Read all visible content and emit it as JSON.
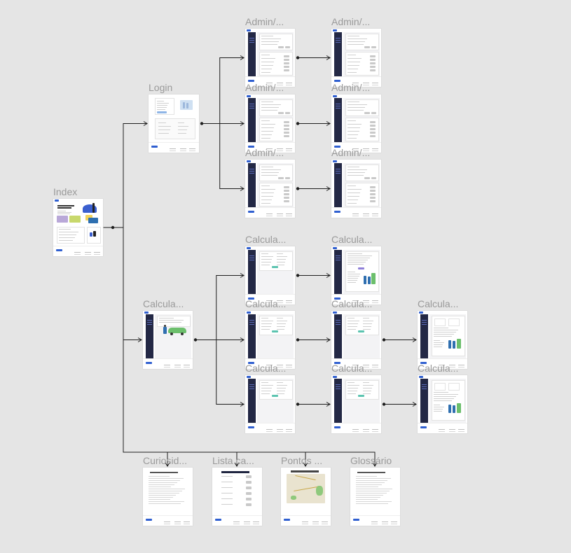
{
  "diagram": {
    "frames": [
      {
        "id": "index",
        "label": "Index",
        "kind": "index"
      },
      {
        "id": "login",
        "label": "Login",
        "kind": "login"
      },
      {
        "id": "admin-1a",
        "label": "Admin/...",
        "kind": "admin"
      },
      {
        "id": "admin-1b",
        "label": "Admin/...",
        "kind": "admin"
      },
      {
        "id": "admin-2a",
        "label": "Admin/...",
        "kind": "admin"
      },
      {
        "id": "admin-2b",
        "label": "Admin/...",
        "kind": "admin"
      },
      {
        "id": "admin-3a",
        "label": "Admin/...",
        "kind": "admin"
      },
      {
        "id": "admin-3b",
        "label": "Admin/...",
        "kind": "admin"
      },
      {
        "id": "calc-root",
        "label": "Calcula...",
        "kind": "calc-hero"
      },
      {
        "id": "calc-1a",
        "label": "Calcula...",
        "kind": "calc-form"
      },
      {
        "id": "calc-1b",
        "label": "Calcula...",
        "kind": "calc-result"
      },
      {
        "id": "calc-2a",
        "label": "Calcula...",
        "kind": "calc-form"
      },
      {
        "id": "calc-2b",
        "label": "Calcula...",
        "kind": "calc-form"
      },
      {
        "id": "calc-2c",
        "label": "Calcula...",
        "kind": "calc-final"
      },
      {
        "id": "calc-3a",
        "label": "Calcula...",
        "kind": "calc-form"
      },
      {
        "id": "calc-3b",
        "label": "Calcula...",
        "kind": "calc-form"
      },
      {
        "id": "calc-3c",
        "label": "Calcula...",
        "kind": "calc-final"
      },
      {
        "id": "curiosidades",
        "label": "Curiosid...",
        "kind": "text"
      },
      {
        "id": "lista",
        "label": "Lista ca...",
        "kind": "list"
      },
      {
        "id": "pontos",
        "label": "Pontos ...",
        "kind": "map"
      },
      {
        "id": "glossario",
        "label": "Glossário",
        "kind": "text"
      }
    ],
    "connections": [
      {
        "from": "index",
        "to": "login"
      },
      {
        "from": "index",
        "to": "calc-root"
      },
      {
        "from": "index",
        "to": "curiosidades"
      },
      {
        "from": "index",
        "to": "lista"
      },
      {
        "from": "index",
        "to": "pontos"
      },
      {
        "from": "index",
        "to": "glossario"
      },
      {
        "from": "login",
        "to": "admin-1a"
      },
      {
        "from": "login",
        "to": "admin-2a"
      },
      {
        "from": "login",
        "to": "admin-3a"
      },
      {
        "from": "admin-1a",
        "to": "admin-1b"
      },
      {
        "from": "admin-2a",
        "to": "admin-2b"
      },
      {
        "from": "admin-3a",
        "to": "admin-3b"
      },
      {
        "from": "calc-root",
        "to": "calc-1a"
      },
      {
        "from": "calc-root",
        "to": "calc-2a"
      },
      {
        "from": "calc-root",
        "to": "calc-3a"
      },
      {
        "from": "calc-1a",
        "to": "calc-1b"
      },
      {
        "from": "calc-2a",
        "to": "calc-2b"
      },
      {
        "from": "calc-2b",
        "to": "calc-2c"
      },
      {
        "from": "calc-3a",
        "to": "calc-3b"
      },
      {
        "from": "calc-3b",
        "to": "calc-3c"
      }
    ],
    "colors": {
      "background": "#e5e5e5",
      "label": "#9a9a9a",
      "connector": "#1e1e1e",
      "sidebar": "#232845",
      "accent_blue": "#2f5fd0",
      "accent_teal": "#5cc4b0",
      "accent_red": "#e07a7a",
      "accent_purple": "#8f7fd8",
      "illustration_green": "#6cbf6c"
    }
  }
}
